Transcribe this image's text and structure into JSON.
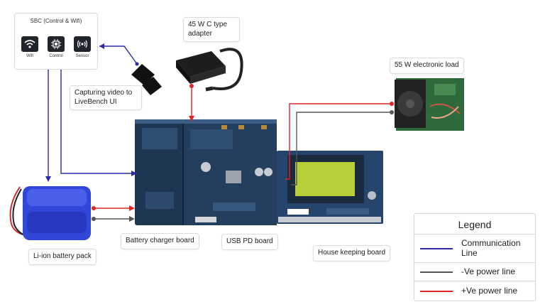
{
  "sbc": {
    "title": "SBC (Control & Wifi)",
    "items": [
      {
        "name": "Wifi",
        "icon": "wifi-icon"
      },
      {
        "name": "Control",
        "icon": "chip-icon"
      },
      {
        "name": "Sensor",
        "icon": "signal-icon"
      }
    ]
  },
  "labels": {
    "adapter": "45 W  C type adapter",
    "capture": "Capturing video to LiveBench UI",
    "load": "55 W  electronic load",
    "battery_pack": "Li-ion battery pack",
    "charger_board": "Battery charger board",
    "usb_board": "USB PD board",
    "housekeeping_board": "House keeping board"
  },
  "legend": {
    "title": "Legend",
    "items": [
      {
        "label": "Communication Line",
        "color": "#2a2aa8"
      },
      {
        "label": "-Ve power line",
        "color": "#555555"
      },
      {
        "label": "+Ve power line",
        "color": "#e02525"
      }
    ]
  },
  "colors": {
    "communication": "#2a2aa8",
    "negative": "#555555",
    "positive": "#e02525",
    "pcb": "#1f3652",
    "lcd": "#b9cf3a"
  }
}
